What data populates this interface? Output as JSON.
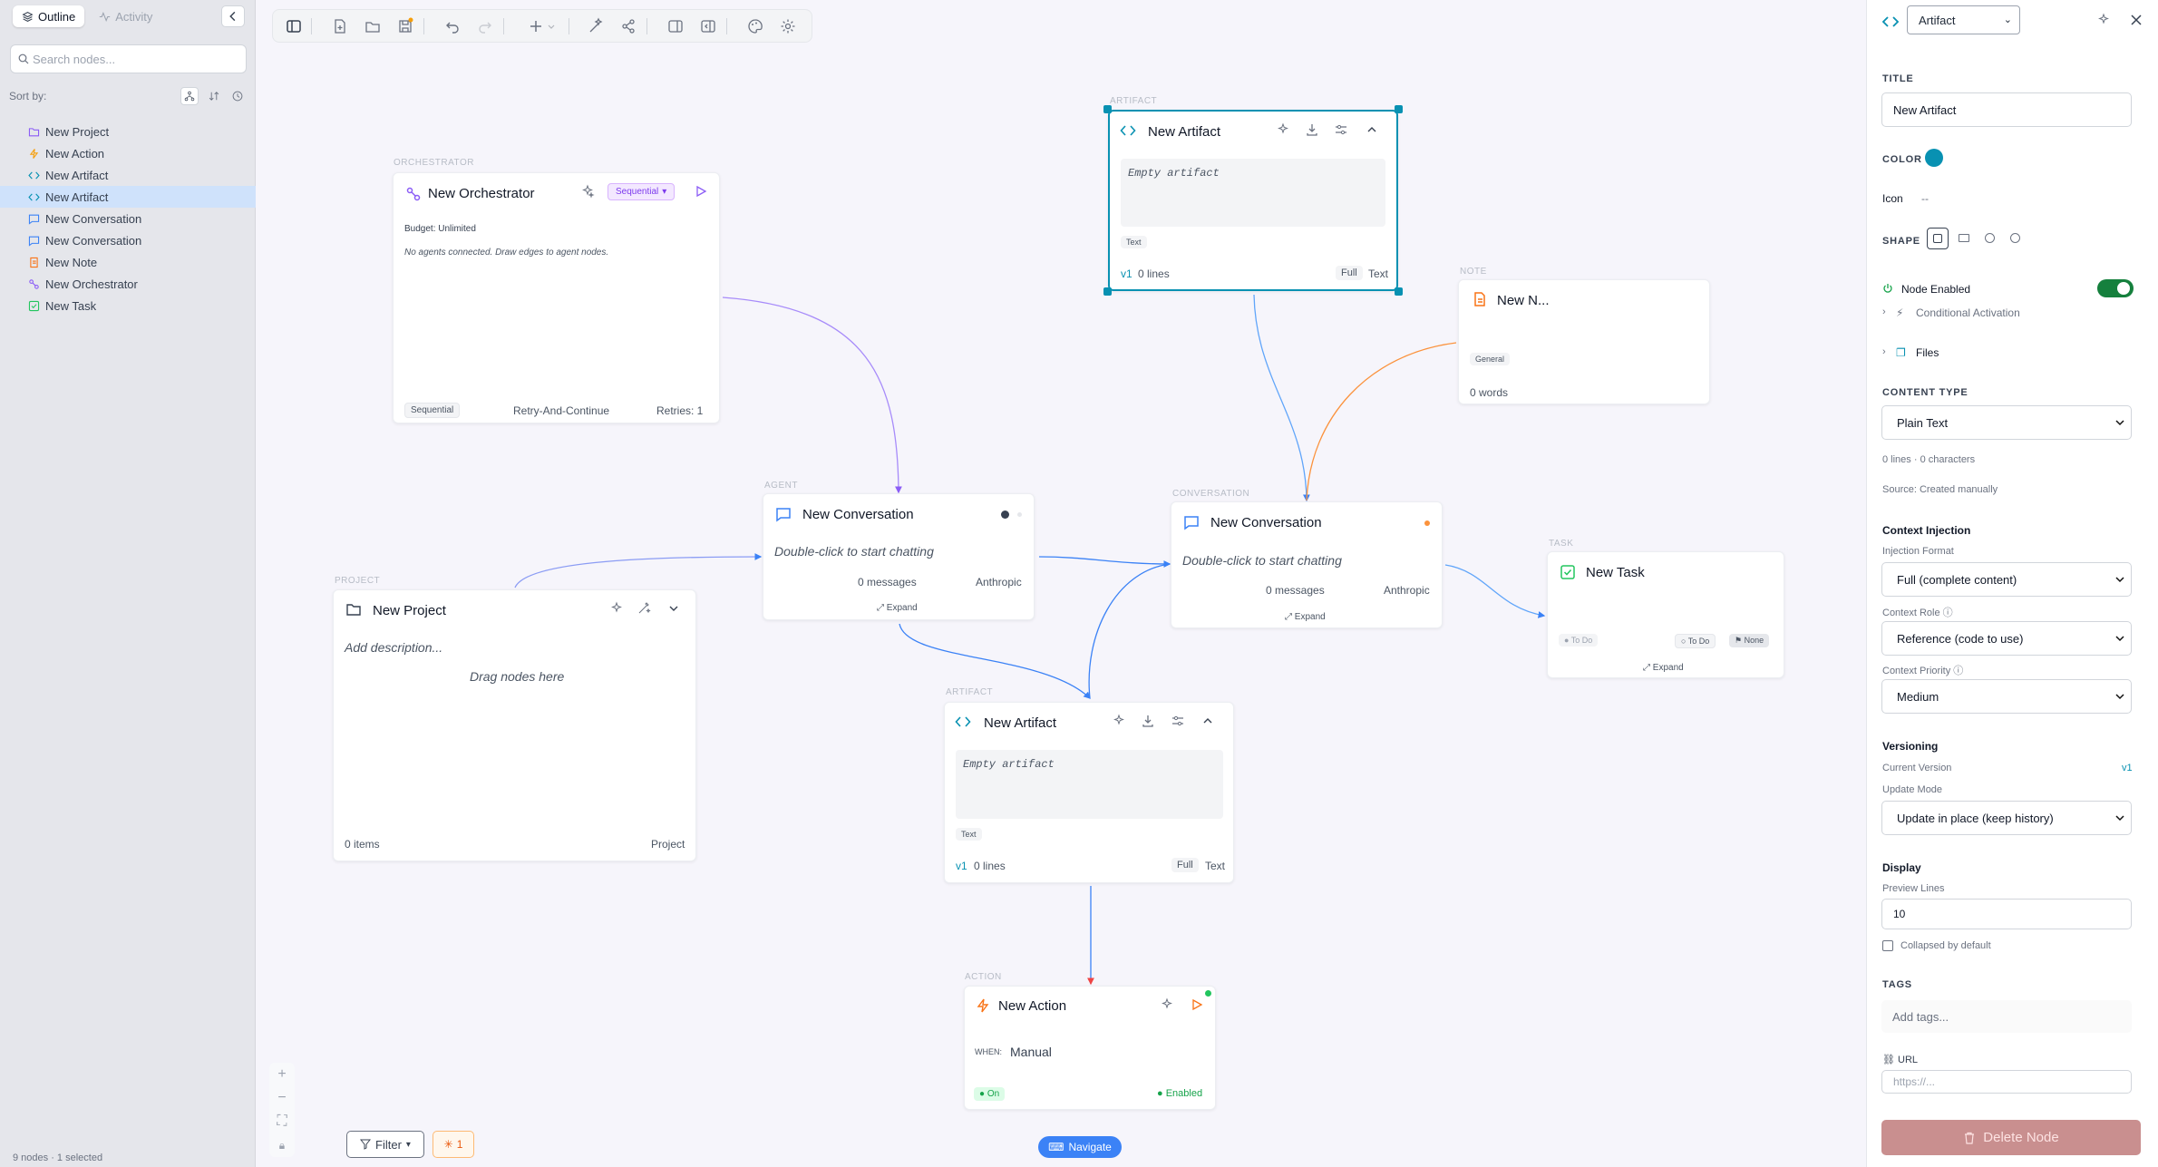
{
  "sidebar": {
    "tabs": [
      {
        "label": "Outline",
        "icon": "layers-icon"
      },
      {
        "label": "Activity",
        "icon": "activity-icon"
      }
    ],
    "search_placeholder": "Search nodes...",
    "sort_label": "Sort by:",
    "items": [
      {
        "label": "New Project",
        "icon": "folder-icon",
        "color": "#8b5cf6"
      },
      {
        "label": "New Action",
        "icon": "bolt-icon",
        "color": "#f59e0b"
      },
      {
        "label": "New Artifact",
        "icon": "code-icon",
        "color": "#0891b2"
      },
      {
        "label": "New Artifact",
        "icon": "code-icon",
        "color": "#0891b2"
      },
      {
        "label": "New Conversation",
        "icon": "chat-icon",
        "color": "#3b82f6"
      },
      {
        "label": "New Conversation",
        "icon": "chat-icon",
        "color": "#3b82f6"
      },
      {
        "label": "New Note",
        "icon": "note-icon",
        "color": "#f97316"
      },
      {
        "label": "New Orchestrator",
        "icon": "orchestrator-icon",
        "color": "#8b5cf6"
      },
      {
        "label": "New Task",
        "icon": "task-icon",
        "color": "#22c55e"
      }
    ],
    "status": "9 nodes · 1 selected"
  },
  "nodes": {
    "orchestrator": {
      "type": "ORCHESTRATOR",
      "title": "New Orchestrator",
      "mode": "Sequential",
      "budget": "Budget: Unlimited",
      "hint": "No agents connected. Draw edges to agent nodes.",
      "footer_mode": "Sequential",
      "policy": "Retry-And-Continue",
      "retries": "Retries: 1"
    },
    "artifact_top": {
      "type": "ARTIFACT",
      "title": "New Artifact",
      "content": "Empty artifact",
      "badge": "Text",
      "version": "v1",
      "lines": "0 lines",
      "view": "Full",
      "format": "Text"
    },
    "note": {
      "type": "NOTE",
      "title": "New N...",
      "tag": "General",
      "words": "0 words"
    },
    "agent": {
      "type": "AGENT",
      "title": "New Conversation",
      "hint": "Double-click to start chatting",
      "messages": "0 messages",
      "provider": "Anthropic",
      "expand": "Expand"
    },
    "conversation": {
      "type": "CONVERSATION",
      "title": "New Conversation",
      "hint": "Double-click to start chatting",
      "messages": "0 messages",
      "provider": "Anthropic",
      "expand": "Expand"
    },
    "task": {
      "type": "TASK",
      "title": "New Task",
      "status_left": "To Do",
      "status_right": "To Do",
      "priority": "None",
      "expand": "Expand"
    },
    "project": {
      "type": "PROJECT",
      "title": "New Project",
      "description": "Add description...",
      "drop_hint": "Drag nodes here",
      "items": "0 items",
      "footer": "Project"
    },
    "artifact_bottom": {
      "type": "ARTIFACT",
      "title": "New Artifact",
      "content": "Empty artifact",
      "badge": "Text",
      "version": "v1",
      "lines": "0 lines",
      "view": "Full",
      "format": "Text"
    },
    "action": {
      "type": "ACTION",
      "title": "New Action",
      "when_label": "WHEN:",
      "when_value": "Manual",
      "on": "On",
      "enabled": "Enabled"
    }
  },
  "canvas": {
    "filter_label": "Filter",
    "ai_count": "1",
    "navigate_label": "Navigate"
  },
  "panel": {
    "node_type": "Artifact",
    "title_label": "TITLE",
    "title_value": "New Artifact",
    "color_label": "COLOR",
    "color_value": "#0891b2",
    "icon_label": "Icon",
    "icon_value": "--",
    "shape_label": "SHAPE",
    "node_enabled": "Node Enabled",
    "conditional": "Conditional Activation",
    "files": "Files",
    "content_type_label": "CONTENT TYPE",
    "content_type": "Plain Text",
    "stats": "0 lines · 0 characters",
    "source": "Source: Created manually",
    "ci_title": "Context Injection",
    "inj_format_label": "Injection Format",
    "inj_format": "Full (complete content)",
    "ctx_role_label": "Context Role",
    "ctx_role": "Reference (code to use)",
    "ctx_priority_label": "Context Priority",
    "ctx_priority": "Medium",
    "versioning_title": "Versioning",
    "current_version_label": "Current Version",
    "current_version": "v1",
    "update_mode_label": "Update Mode",
    "update_mode": "Update in place (keep history)",
    "display_title": "Display",
    "preview_lines_label": "Preview Lines",
    "preview_lines": "10",
    "collapsed_label": "Collapsed by default",
    "tags_label": "TAGS",
    "tags_placeholder": "Add tags...",
    "url_label": "URL",
    "url_placeholder": "https://...",
    "delete_label": "Delete Node"
  }
}
